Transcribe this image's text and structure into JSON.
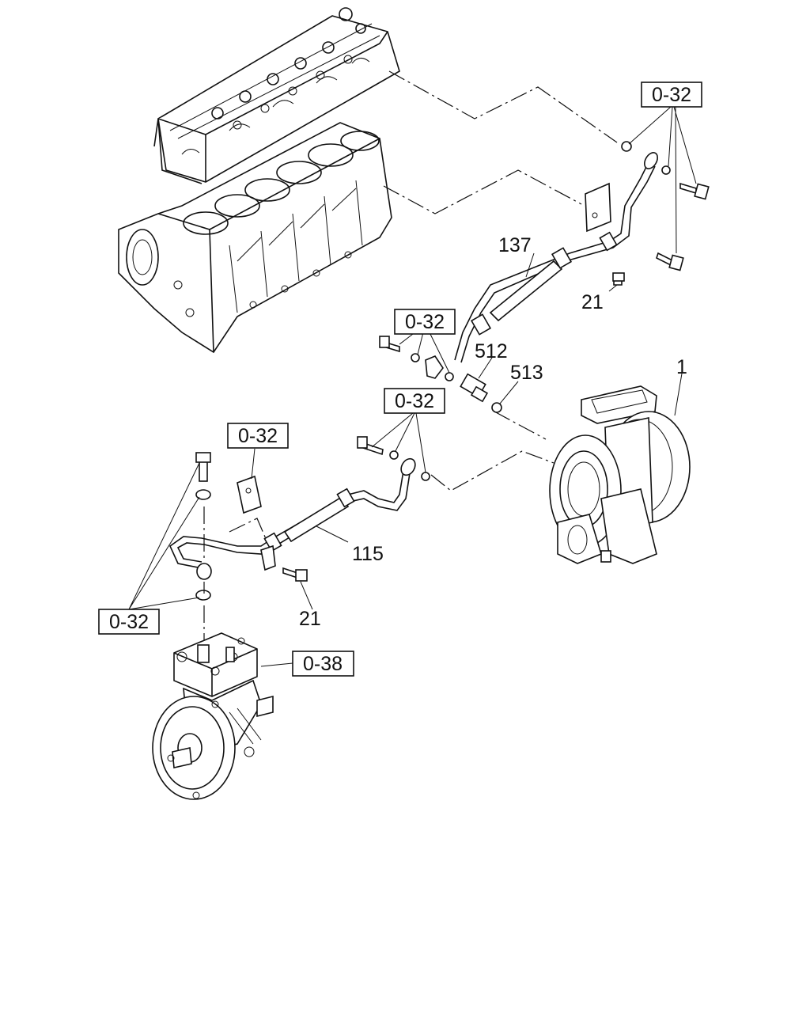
{
  "callouts": {
    "ref_top_right": "0-32",
    "ref_mid_left": "0-32",
    "ref_mid_center": "0-32",
    "ref_bracket": "0-32",
    "ref_lower_left": "0-32",
    "ref_compressor": "0-38",
    "part_137": "137",
    "part_21_upper": "21",
    "part_512": "512",
    "part_513": "513",
    "part_1": "1",
    "part_115": "115",
    "part_21_lower": "21"
  }
}
